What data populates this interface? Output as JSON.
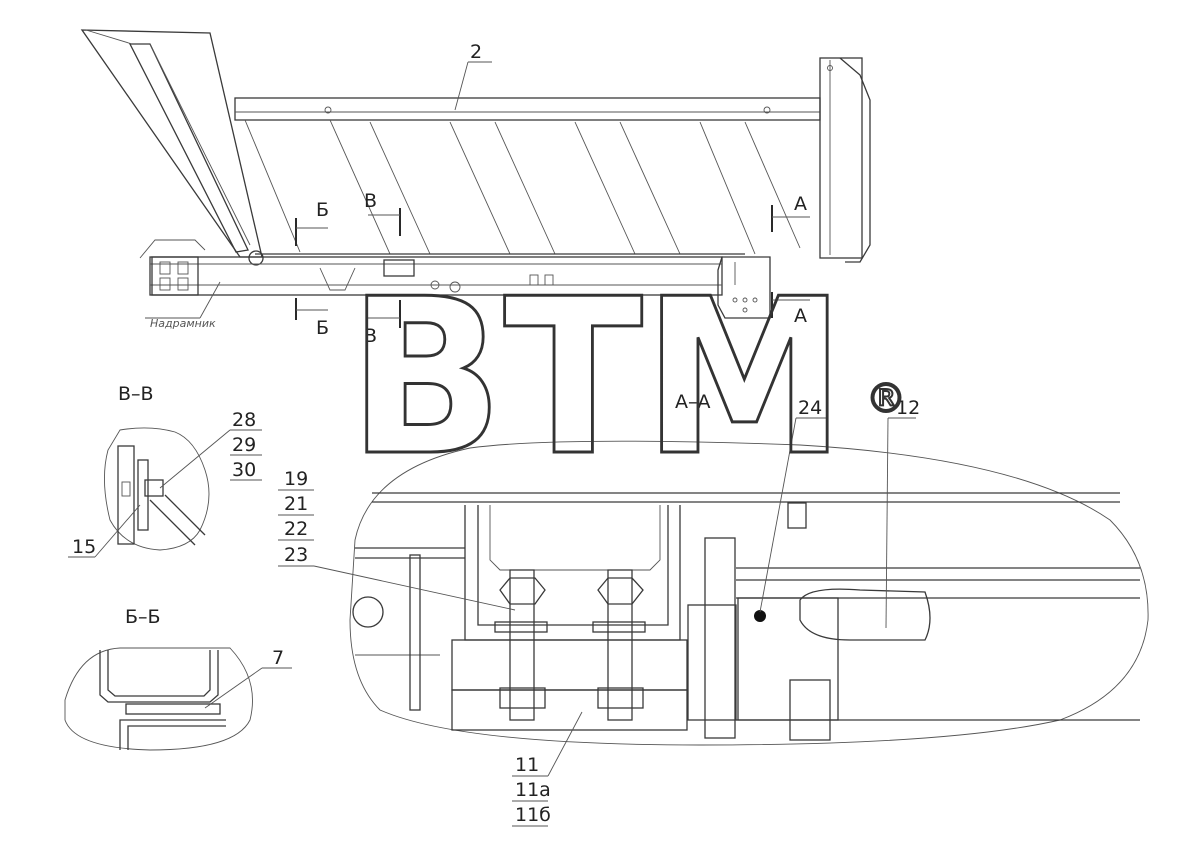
{
  "watermark": {
    "text": "BTM",
    "mark": "®"
  },
  "main_view": {
    "part_label": "2",
    "subframe_note": "Надрамник",
    "section_marks": {
      "a": "А",
      "b": "Б",
      "v": "В"
    }
  },
  "section_vv": {
    "title": "В–В",
    "labels": [
      "28",
      "29",
      "30",
      "15"
    ]
  },
  "section_bb": {
    "title": "Б–Б",
    "labels": [
      "7"
    ]
  },
  "section_aa": {
    "title": "А–А",
    "labels_left": [
      "19",
      "21",
      "22",
      "23"
    ],
    "label_24": "24",
    "label_12": "12",
    "labels_bottom": [
      "11",
      "11а",
      "11б"
    ]
  }
}
